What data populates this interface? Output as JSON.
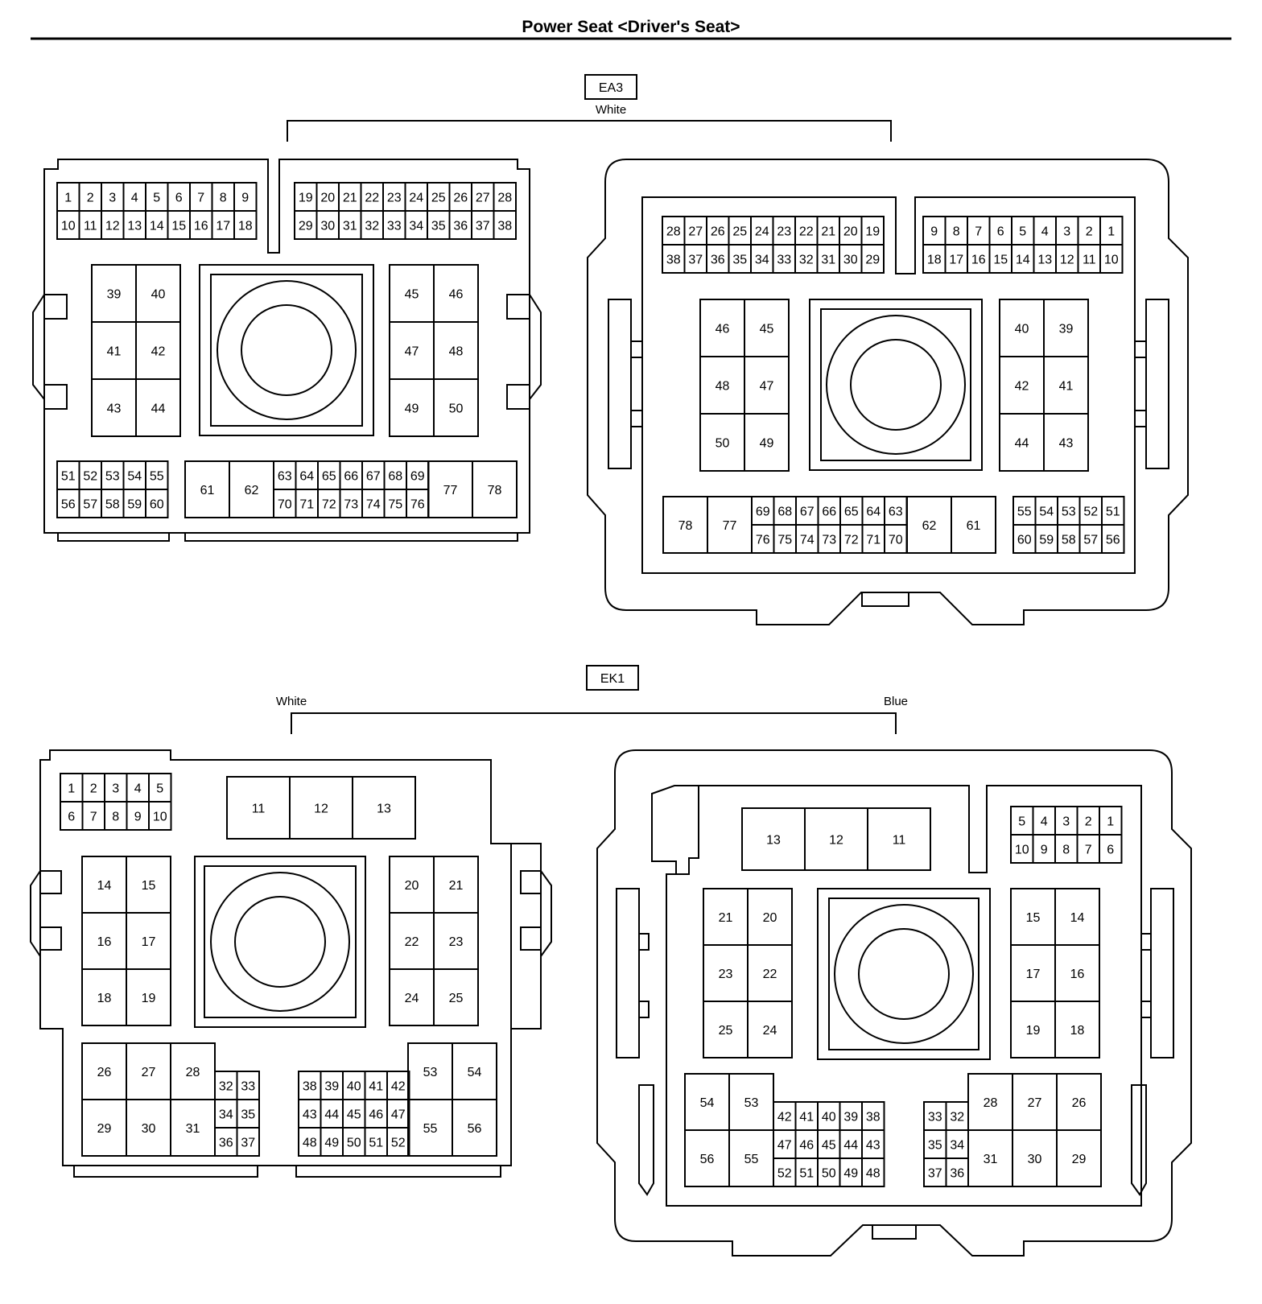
{
  "title": "Power Seat <Driver's Seat>",
  "connectors": [
    {
      "id": "EA3",
      "color_left": "White",
      "color_right": ""
    },
    {
      "id": "EK1",
      "color_left": "White",
      "color_right": "Blue"
    }
  ]
}
